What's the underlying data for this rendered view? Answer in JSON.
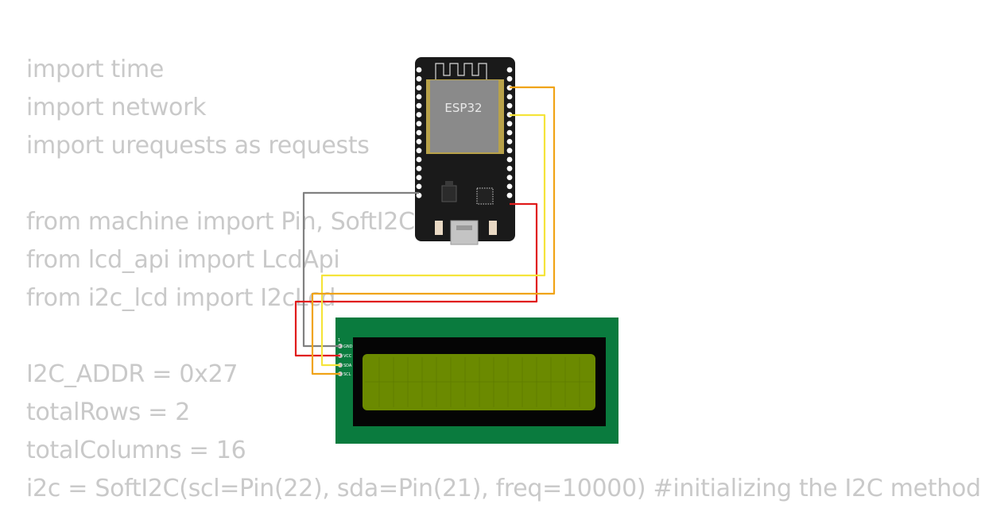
{
  "code_lines": [
    "import time",
    "import network",
    "import urequests as requests",
    "",
    "from machine import Pin, SoftI2C",
    "from lcd_api import LcdApi",
    "from i2c_lcd import I2cLcd",
    "",
    "I2C_ADDR = 0x27",
    "totalRows = 2",
    "totalColumns = 16",
    "i2c = SoftI2C(scl=Pin(22), sda=Pin(21), freq=10000) #initializing the I2C method"
  ],
  "esp32": {
    "label": "ESP32"
  },
  "lcd": {
    "pin_index": "1",
    "pins": [
      "GND",
      "VCC",
      "SDA",
      "SCL"
    ]
  },
  "wire_colors": {
    "gnd": "#808080",
    "vcc": "#e01b1b",
    "sda": "#f5e43a",
    "scl": "#f0a316"
  },
  "colors": {
    "board": "#1a1a1a",
    "lcd_pcb": "#0a7b3e",
    "lcd_screen": "#6b8a00"
  }
}
